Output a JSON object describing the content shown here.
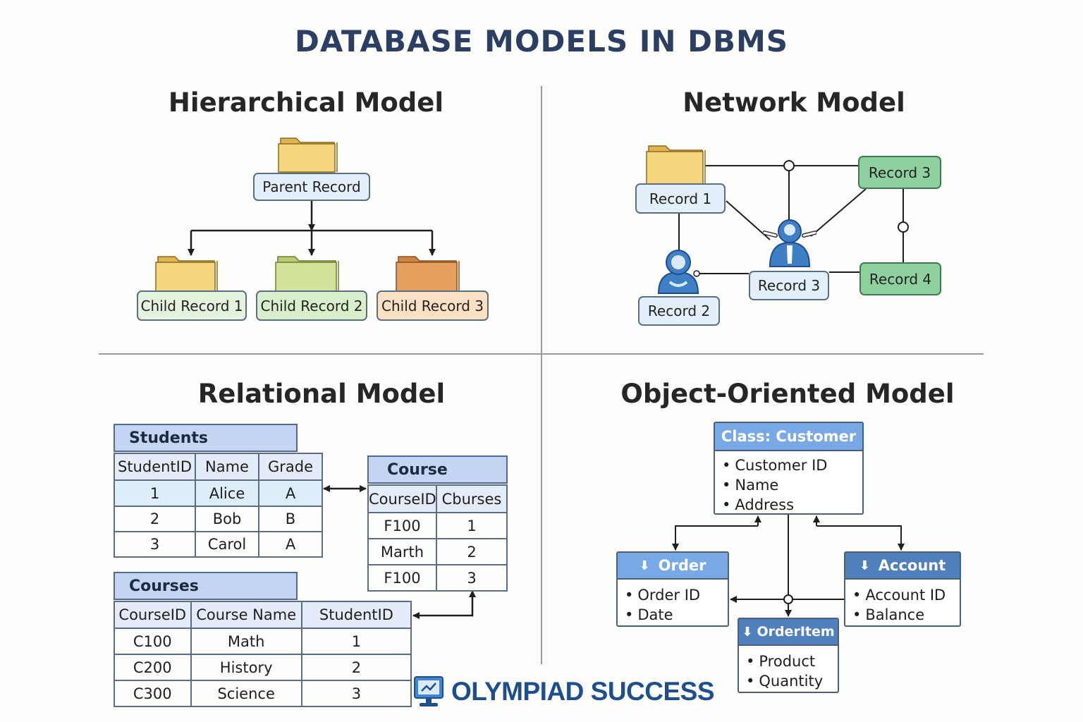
{
  "title": "DATABASE MODELS IN DBMS",
  "hierarchical": {
    "title": "Hierarchical Model",
    "parent": "Parent Record",
    "children": [
      "Child Record 1",
      "Child Record 2",
      "Child Record 3"
    ],
    "icons": [
      "folder-icon"
    ]
  },
  "network": {
    "title": "Network Model",
    "records": [
      "Record 1",
      "Record 3",
      "Record 2",
      "Record 3",
      "Record 4"
    ],
    "icons": [
      "folder-icon",
      "person-icon"
    ]
  },
  "relational": {
    "title": "Relational Model",
    "students": {
      "caption": "Students",
      "headers": [
        "StudentID",
        "Name",
        "Grade"
      ],
      "rows": [
        [
          "1",
          "Alice",
          "A"
        ],
        [
          "2",
          "Bob",
          "B"
        ],
        [
          "3",
          "Carol",
          "A"
        ]
      ]
    },
    "course": {
      "caption": "Course",
      "headers": [
        "CourseID",
        "Cburses"
      ],
      "rows": [
        [
          "F100",
          "1"
        ],
        [
          "Marth",
          "2"
        ],
        [
          "F100",
          "3"
        ]
      ]
    },
    "courses": {
      "caption": "Courses",
      "headers": [
        "CourseID",
        "Course Name",
        "StudentID"
      ],
      "rows": [
        [
          "C100",
          "Math",
          "1"
        ],
        [
          "C200",
          "History",
          "2"
        ],
        [
          "C300",
          "Science",
          "3"
        ]
      ]
    }
  },
  "object_oriented": {
    "title": "Object-Oriented Model",
    "customer": {
      "header": "Class: Customer",
      "attrs": [
        "Customer ID",
        "Name",
        "Address"
      ]
    },
    "order": {
      "header": "Order",
      "attrs": [
        "Order ID",
        "Date"
      ]
    },
    "account": {
      "header": "Account",
      "attrs": [
        "Account ID",
        "Balance"
      ]
    },
    "orderitem": {
      "header": "OrderItem",
      "attrs": [
        "Product",
        "Quantity"
      ]
    },
    "icons": [
      "download-icon"
    ]
  },
  "brand": {
    "text": "OLYMPIAD SUCCESS",
    "icon": "monitor-icon"
  },
  "colors": {
    "title": "#2b3f63",
    "parent": "#e3effa",
    "child1": "#e3f3de",
    "child2": "#d9efcc",
    "child3": "#fbe0c4",
    "record_green": "#8fd19e",
    "record_blue": "#e3effa",
    "folder_yellow": "#f6d57f",
    "folder_green": "#d4e39a",
    "folder_orange": "#e5a060",
    "person_blue": "#3f7fc6",
    "class_header": "#78a9e6",
    "sub_header": "#6a9ad6"
  }
}
